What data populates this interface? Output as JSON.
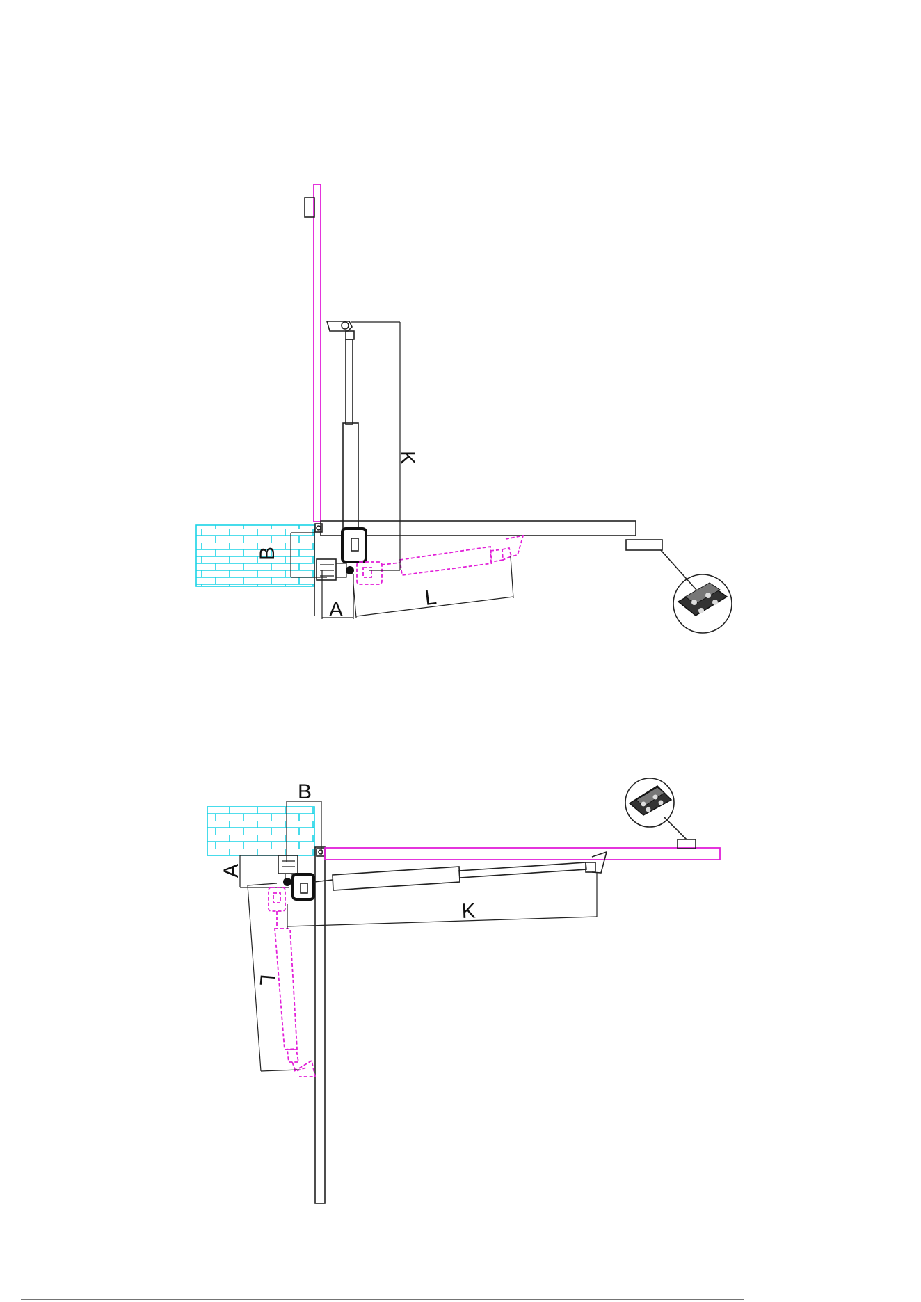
{
  "colors": {
    "line": "#222222",
    "open_position": "#e21fd8",
    "wall_bricks": "#19d3e6",
    "background": "#ffffff"
  },
  "diagrams": [
    {
      "labels": {
        "a": "A",
        "b": "B",
        "k": "K",
        "l": "L"
      },
      "icons": [
        "hinge-pivot-icon",
        "bracket-plate-icon",
        "wall-brick-icon",
        "gate-stop-icon"
      ]
    },
    {
      "labels": {
        "a": "A",
        "b": "B",
        "k": "K",
        "l": "L"
      },
      "icons": [
        "hinge-pivot-icon",
        "bracket-plate-icon",
        "wall-brick-icon",
        "gate-stop-icon"
      ]
    }
  ]
}
